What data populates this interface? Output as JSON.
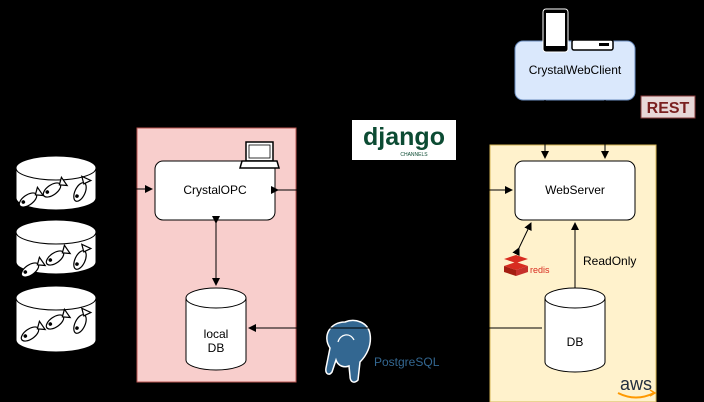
{
  "nodes": {
    "crystal_opc": "CrystalOPC",
    "local_db": "local\nDB",
    "web_server": "WebServer",
    "db": "DB",
    "web_client": "CrystalWebClient"
  },
  "edges": {
    "readonly_label": "ReadOnly"
  },
  "logos": {
    "django": "django",
    "channels": "CHANNELS",
    "redis": "redis",
    "aws": "aws",
    "rest": "REST",
    "postgres": "PostgreSQL"
  },
  "colors": {
    "background": "#000000",
    "opc_panel_fill": "#f8cecc",
    "opc_panel_stroke": "#b85450",
    "aws_panel_fill": "#fff2cc",
    "aws_panel_stroke": "#d6b656",
    "client_fill": "#dae8fc",
    "client_stroke": "#6c8ebf"
  }
}
